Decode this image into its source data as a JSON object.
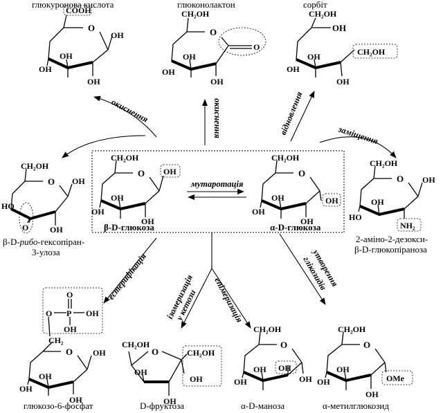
{
  "compounds": {
    "glucuronic_acid": {
      "name": "глюкуронова кислота",
      "groups": {
        "g1": "COOH",
        "g2": "OH",
        "g3": "OH",
        "g4": "OH",
        "g5": "OH"
      }
    },
    "gluconolactone": {
      "name": "глюконолактон",
      "groups": {
        "g1": "CH₂OH",
        "g2": "OH",
        "g3": "OH",
        "g4": "OH",
        "g5": "O"
      }
    },
    "sorbitol": {
      "name": "сорбіт",
      "groups": {
        "g1": "CH₂OH",
        "g2": "OH",
        "g3": "OH",
        "g4": "OH",
        "g5": "CH₂OH",
        "g6": "OH"
      }
    },
    "beta_glucose": {
      "name": "β-D-глюкоза",
      "groups": {
        "g1": "CH₂OH",
        "g2": "OH",
        "g3": "OH",
        "g4": "OH",
        "g5": "OH"
      }
    },
    "alpha_glucose": {
      "name": "α-D-глюкоза",
      "groups": {
        "g1": "CH₂OH",
        "g2": "OH",
        "g3": "OH",
        "g4": "OH",
        "g5": "OH"
      }
    },
    "ulose": {
      "name_prefix": "β-D-",
      "name_italic": "рибо",
      "name_suffix": "-гексопіран-",
      "name_line2": "3-улоза",
      "groups": {
        "g1": "CH₂OH",
        "g2": "OH",
        "g3": "OH",
        "g4": "HO",
        "g5": "O"
      }
    },
    "glucosamine": {
      "name_line1": "2-аміно-2-дезокси-",
      "name_line2": "β-D-глюкопіраноза",
      "groups": {
        "g1": "CH₂OH",
        "g2": "OH",
        "g3": "OH",
        "g4": "HO",
        "g5": "NH₂"
      }
    },
    "glucose_6_phosphate": {
      "name": "глюкозо-6-фосфат",
      "groups": {
        "p_o": "O",
        "p_p": "P",
        "p_oh1": "OH",
        "p_oh2": "OH",
        "p_o2": "O",
        "ch2": "CH₂",
        "g2": "OH",
        "g3": "OH",
        "g4": "OH",
        "g5": "OH"
      }
    },
    "fructose": {
      "name": "D-фруктоза",
      "groups": {
        "g1": "CH₂OH",
        "g2": "CH₂OH",
        "g3": "OH",
        "g4": "OH",
        "g5": "OH"
      }
    },
    "mannose": {
      "name": "α-D-маноза",
      "groups": {
        "g1": "CH₂OH",
        "g2": "OH",
        "g3": "OH",
        "g4": "OH",
        "g5": "OH"
      }
    },
    "methylglucoside": {
      "name": "α-метилглюкозид",
      "groups": {
        "g1": "CH₂OH",
        "g2": "OH",
        "g3": "OH",
        "g4": "OH",
        "g5": "OMe"
      }
    }
  },
  "reactions": {
    "oxidation_1": "окиснення",
    "oxidation_2": "окиснення",
    "reduction": "відновлення",
    "substitution": "заміщення",
    "mutarotation": "мутаротація",
    "esterification": "естерифікація",
    "isomerization_line1": "ізомеризація",
    "isomerization_line2": "у кетози",
    "epimerization": "епімеризація",
    "glycoside_line1": "утворення",
    "glycoside_line2": "глікозидів"
  },
  "ring_oxygen": "O"
}
